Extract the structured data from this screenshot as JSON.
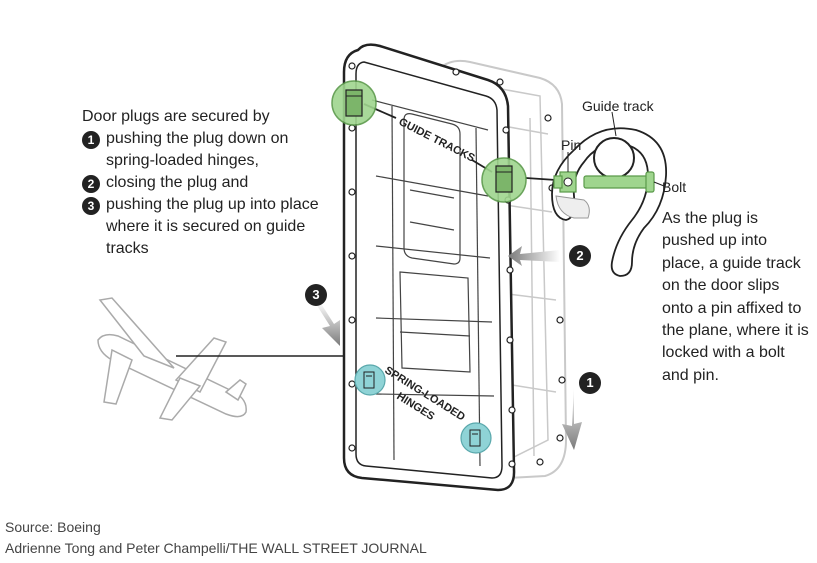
{
  "intro": {
    "heading": "Door plugs are secured by",
    "steps": [
      {
        "num": "1",
        "text": "pushing the plug down on spring-loaded hinges,"
      },
      {
        "num": "2",
        "text": "closing the plug and"
      },
      {
        "num": "3",
        "text": "pushing the plug up into place where it is secured on guide tracks"
      }
    ]
  },
  "labels": {
    "guide_tracks": "GUIDE TRACKS",
    "spring_loaded_1": "SPRING-LOADED",
    "spring_loaded_2": "HINGES",
    "guide_track": "Guide track",
    "pin": "Pin",
    "bolt": "Bolt"
  },
  "badges": {
    "one": "1",
    "two": "2",
    "three": "3"
  },
  "right_description": "As the plug is pushed up into place, a guide track on the door slips onto a pin affixed to the plane, where it is locked with a bolt and pin.",
  "source": {
    "line1": "Source: Boeing",
    "line2": "Adrienne Tong and Peter Champelli/THE WALL STREET JOURNAL"
  },
  "colors": {
    "green_fill": "#9fd58e",
    "green_stroke": "#5a9a4a",
    "teal_fill": "#8fd3d6",
    "outline": "#222222",
    "ghost": "#c8c8c8"
  }
}
